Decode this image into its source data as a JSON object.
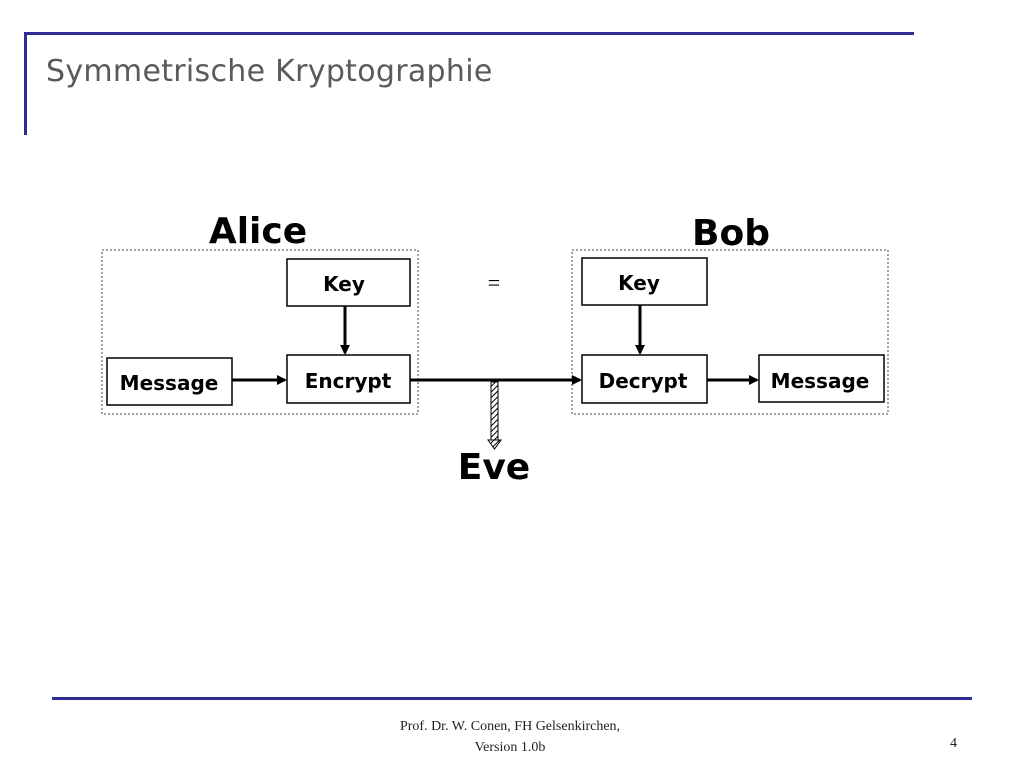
{
  "slide": {
    "title": "Symmetrische Kryptographie",
    "page_number": "4"
  },
  "footer": {
    "line1": "Prof. Dr. W. Conen, FH Gelsenkirchen,",
    "line2": "Version 1.0b"
  },
  "diagram": {
    "alice": "Alice",
    "bob": "Bob",
    "eve": "Eve",
    "equals": "=",
    "alice_key": "Key",
    "alice_message": "Message",
    "encrypt": "Encrypt",
    "bob_key": "Key",
    "decrypt": "Decrypt",
    "bob_message": "Message"
  }
}
